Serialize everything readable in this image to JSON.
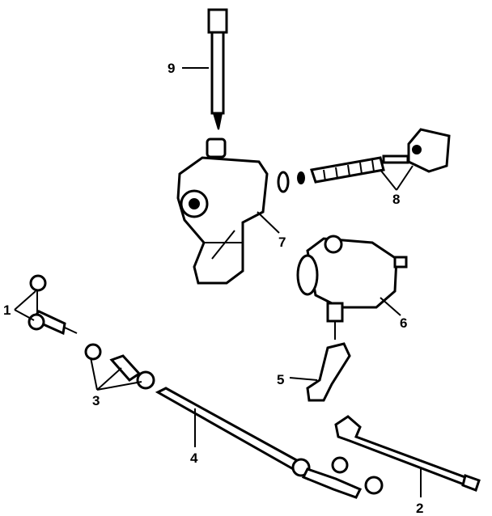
{
  "diagram": {
    "title": "Steering gear & linkage exploded view",
    "callouts": [
      {
        "id": "1",
        "label": "1",
        "part": "tie-rod-end-outer"
      },
      {
        "id": "2",
        "label": "2",
        "part": "drag-link"
      },
      {
        "id": "3",
        "label": "3",
        "part": "adjuster-sleeve-and-clamps"
      },
      {
        "id": "4",
        "label": "4",
        "part": "tie-rod"
      },
      {
        "id": "5",
        "label": "5",
        "part": "pitman-arm"
      },
      {
        "id": "6",
        "label": "6",
        "part": "steering-gear-assembly"
      },
      {
        "id": "7",
        "label": "7",
        "part": "gear-housing"
      },
      {
        "id": "8",
        "label": "8",
        "part": "worm-shaft-and-bearing"
      },
      {
        "id": "9",
        "label": "9",
        "part": "sector-shaft"
      }
    ]
  }
}
